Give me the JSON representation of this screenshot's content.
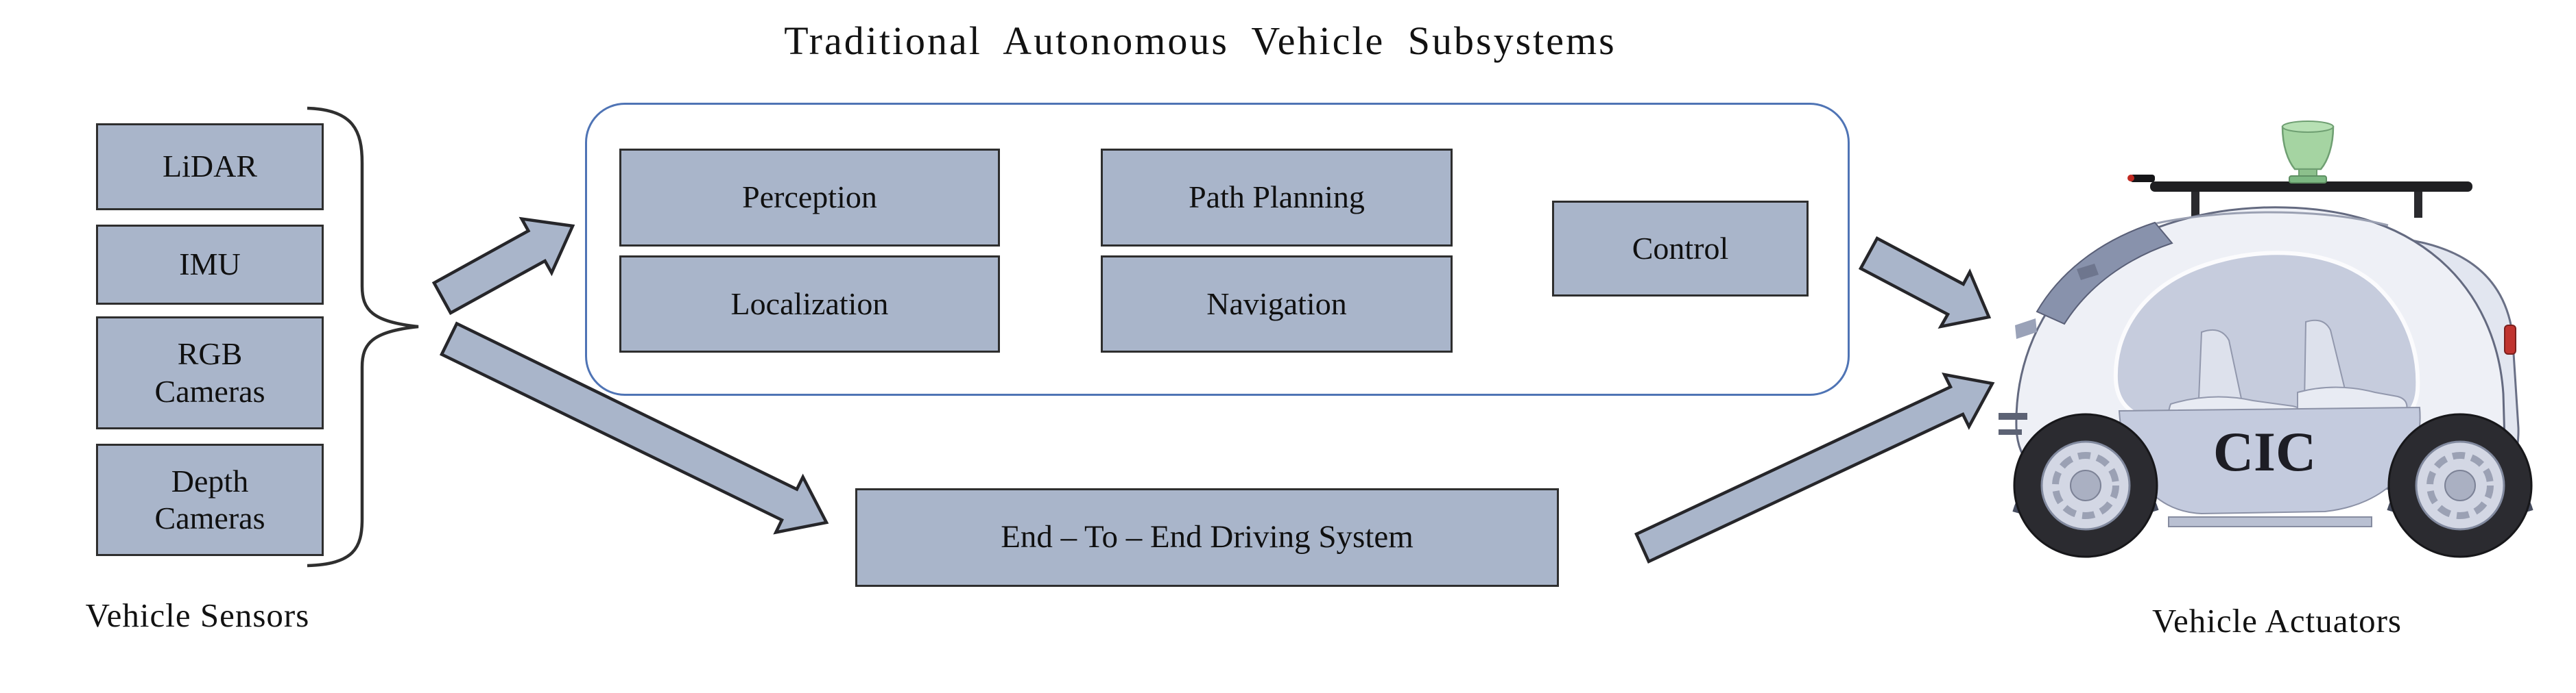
{
  "title": "Traditional  Autonomous  Vehicle  Subsystems",
  "sensors": {
    "label": "Vehicle Sensors",
    "items": [
      "LiDAR",
      "IMU",
      "RGB Cameras",
      "Depth Cameras"
    ]
  },
  "pipeline": {
    "perception": "Perception",
    "localization": "Localization",
    "path_planning": "Path Planning",
    "navigation": "Navigation",
    "control": "Control"
  },
  "end_to_end": {
    "label": "End – To – End Driving System"
  },
  "vehicle": {
    "label": "Vehicle Actuators",
    "badge": "CIC"
  },
  "colors": {
    "box_fill": "#a9b5ca",
    "box_border": "#2e2e2e",
    "container_border": "#4f74b5",
    "arrow_fill": "#a9b5ca",
    "lidar_green": "#a5d4a2",
    "taillight_red": "#c03430",
    "text": "#141414",
    "background": "#ffffff"
  }
}
